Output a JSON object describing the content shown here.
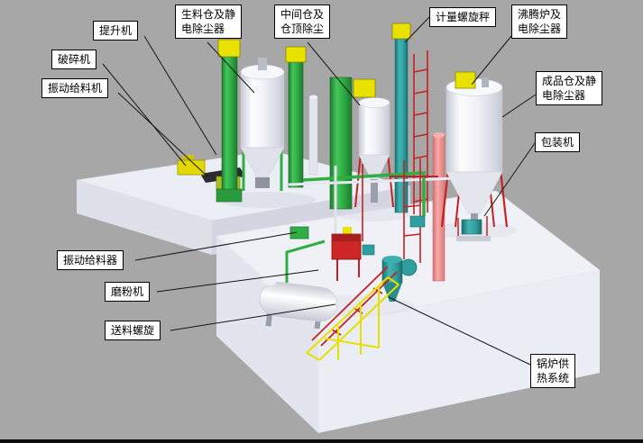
{
  "scene": {
    "background": "#a7a7a7",
    "bottom_border": "#0d0d0d",
    "platform_top": "#f0f1f7",
    "colors": {
      "machine_green": "#2fae44",
      "machine_yellow": "#e9e200",
      "machine_red": "#c42222",
      "machine_teal": "#2f9e9e",
      "machine_salmon": "#ef9090",
      "silo_white": "#f2f3f8",
      "leader_line": "#151515",
      "label_bg": "#ffffff",
      "label_border": "#000000"
    }
  },
  "labels": [
    {
      "id": "elevator",
      "text": "提升机"
    },
    {
      "id": "crusher",
      "text": "破碎机"
    },
    {
      "id": "vibrating-feeder-machine",
      "text": "振动给料机"
    },
    {
      "id": "raw-silo",
      "text": "生料仓及静\n电除尘器"
    },
    {
      "id": "intermediate-silo",
      "text": "中间仓及\n仓顶除尘"
    },
    {
      "id": "metering-screw-scale",
      "text": "计量螺旋秤"
    },
    {
      "id": "fluidized-furnace",
      "text": "沸腾炉及\n电除尘器"
    },
    {
      "id": "finished-product-silo",
      "text": "成品仓及静\n电除尘器"
    },
    {
      "id": "packing-machine",
      "text": "包装机"
    },
    {
      "id": "vibrating-feeder",
      "text": "振动给料器"
    },
    {
      "id": "grinding-mill",
      "text": "磨粉机"
    },
    {
      "id": "feeding-screw",
      "text": "送料螺旋"
    },
    {
      "id": "boiler-heating-system",
      "text": "锅炉供\n热系统"
    }
  ]
}
